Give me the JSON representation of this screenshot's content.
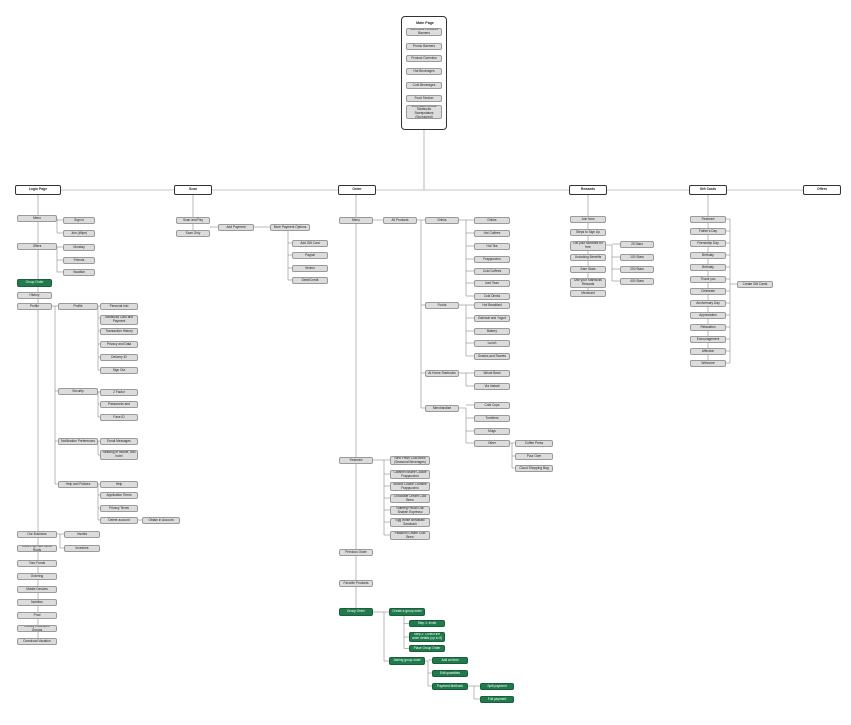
{
  "colors": {
    "line": "#8a8a8a",
    "header_border": "#333333",
    "node": "#dcdcdc",
    "green": "#1f7a4c"
  },
  "home": {
    "title": "Main Page",
    "items": [
      "Starbucks Rewards Banners",
      "Promo Banners",
      "Product Overview",
      "Hot Beverages",
      "Cold Beverages",
      "Food Section",
      "Information about Starbucks Sweepstakes (Sponsored)"
    ]
  },
  "headers": {
    "login": "Login Page",
    "scan": "Scan",
    "order": "Order",
    "rewards": "Rewards",
    "gift": "Gift Cards",
    "offers": "Offers"
  },
  "login": {
    "menu": "Menu",
    "sign_in": "Sign in",
    "join": "Join (Wipe)",
    "offers": "Offers",
    "monday": "Monday",
    "friends": "Friends",
    "vacation": "Vacation",
    "green": "Group Order",
    "history": "History",
    "profile": "Profile",
    "profile_items": [
      "Personal Info",
      "Starbucks Card and Payment",
      "Transaction History",
      "Privacy and Data",
      "Delivery ID",
      "Sign Out"
    ],
    "security": "Security",
    "security_items": [
      "2 Factor",
      "Passwords and",
      "Face ID"
    ],
    "notif": "Notification Preferences",
    "notif_items": [
      "Email Messages",
      "Reading of mobile, and hotel"
    ],
    "help": "Help and Policies",
    "help_items": [
      "Help",
      "Application Terms",
      "Privacy Terms",
      "Delete account"
    ],
    "delete_extra": "Obtain in Account",
    "bottom": [
      "Our Business",
      "Coffee sip Sub Menu Roots",
      "Your Funds",
      "Ordering",
      "Mobile Devices",
      "Nutrition",
      "Prod",
      "Dietary Inclusions Groups",
      "Download Vacation"
    ],
    "biz_sub": [
      "Invests",
      "Investors"
    ]
  },
  "scan": {
    "left": [
      "Scan and Pay",
      "Scan Only"
    ],
    "add": "Add Payment",
    "more": "More Payment Options",
    "options": [
      "Add Gift Card",
      "Paypal",
      "Venmo",
      "Debit/Credit"
    ]
  },
  "order": {
    "menu": "Menu",
    "all": "All Products",
    "drinks": "Drinks",
    "drinks_items": [
      "Drinks",
      "Hot Coffees",
      "Hot Tea",
      "Frappuccino",
      "Cold Coffees",
      "Iced Teas",
      "Cold Drinks"
    ],
    "foods": "Foods",
    "foods_items": [
      "Hot Breakfast",
      "Oatmeal and Yogurt",
      "Bakery",
      "Lunch",
      "Snacks and Sweets"
    ],
    "home": "At Home Starbucks",
    "home_items": [
      "Whole Bean",
      "Via Instant"
    ],
    "merch": "Merchandise",
    "merch_items": [
      "Cold Cups",
      "Tumblers",
      "Mugs",
      "Other"
    ],
    "other_items": [
      "Coffee Press",
      "Pour Over",
      "Cloud Shopping Bag"
    ],
    "featured": "Featured",
    "featured_items": [
      "New Fresh Cold Brew (Seasonal Beverages)",
      "Caramel Brulee Cookie Frappuccino",
      "Mocha Cookie Crumble Frappuccino",
      "Chocolate Cream Cold Brew",
      "Nutmeg Pecan Oat Shaken Espresso",
      "Egg White Breakfast Sandwich",
      "Pistachio Cream Cold Brew"
    ],
    "previous": "Previous Order",
    "favorite": "Favorite Products",
    "group": "Group Order",
    "create": "Create a group order",
    "create_items": [
      "Step 1: Invite",
      "Step 2: Collect the order details (up to 8)",
      "Place Group Order"
    ],
    "join": "Joining group order",
    "join_items": [
      "Add an item",
      "Edit quantities",
      "Payment Methods"
    ],
    "payment_items": [
      "Split payment",
      "Full payment"
    ]
  },
  "rewards": {
    "left": [
      "Join Now",
      "Steps to Sign Up",
      "Get your favorites for free",
      "Unlocking Benefits",
      "Earn Stars",
      "Use your Starbucks Rewards",
      "Merchant"
    ],
    "right": [
      "25 Stars",
      "100 Stars",
      "200 Stars",
      "400 Stars"
    ]
  },
  "gift": {
    "items": [
      "Featured",
      "Father's Day",
      "Friendship Day",
      "Birthday",
      "Birthday",
      "Thank you",
      "Celebrate",
      "Anniversary Day",
      "Appreciation",
      "Relaxation",
      "Encouragement",
      "Affection",
      "Welcome"
    ],
    "extra": "Create Gift Cards"
  }
}
